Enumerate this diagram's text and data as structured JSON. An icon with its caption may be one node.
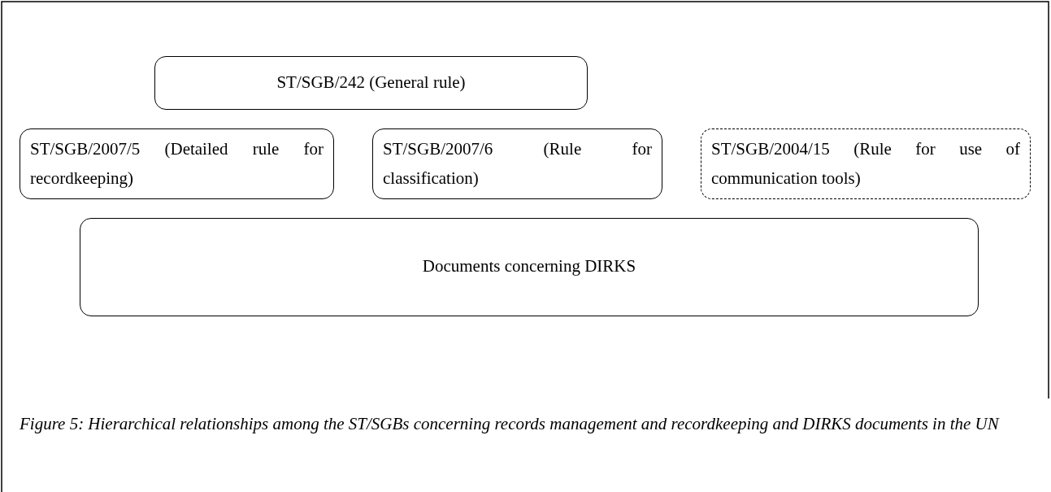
{
  "diagram": {
    "caption": "Figure 5: Hierarchical relationships among the ST/SGBs concerning records management and recordkeeping and DIRKS documents in the UN",
    "nodes": [
      {
        "text": [
          "ST/SGB/242 (General rule)"
        ]
      },
      {
        "text": [
          "ST/SGB/2007/5 (Detailed rule for recordkeeping)"
        ]
      },
      {
        "text": [
          "ST/SGB/2007/6 (Rule for classification)"
        ]
      },
      {
        "text": [
          "ST/SGB/2004/15 (Rule for use of communication tools)"
        ]
      },
      {
        "text": [
          "Documents concerning DIRKS"
        ]
      }
    ]
  }
}
